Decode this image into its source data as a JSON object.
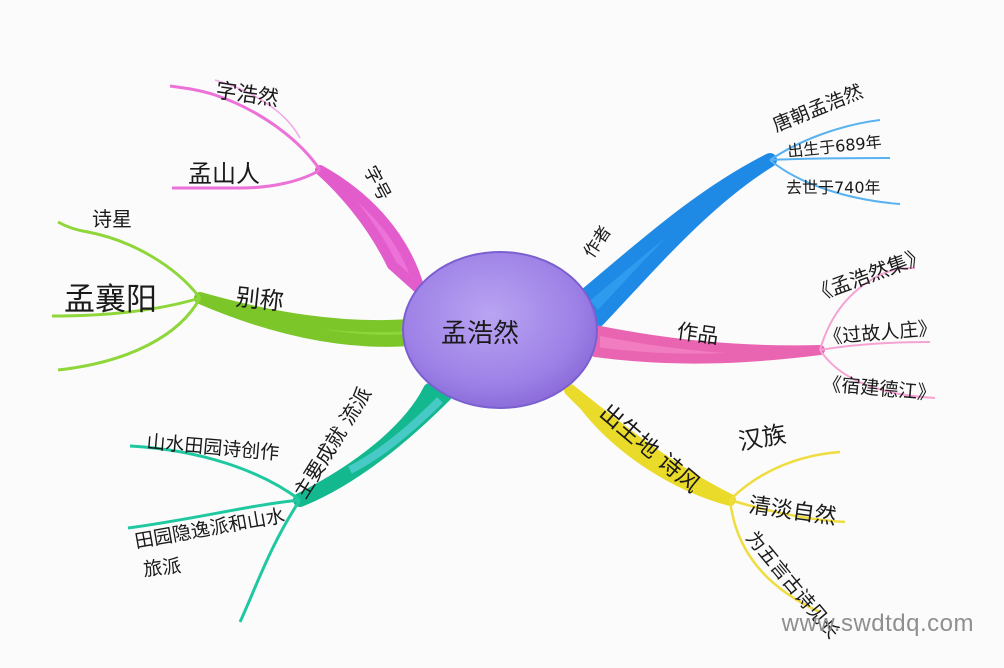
{
  "center": {
    "label": "孟浩然",
    "color": "#9a7ee0"
  },
  "branches": {
    "zi_hao": {
      "label": "字号",
      "color": "#ec72d8",
      "leaves": [
        "字浩然",
        "孟山人"
      ]
    },
    "bie_cheng": {
      "label": "别称",
      "color": "#8fd63a",
      "leaves": [
        "诗星",
        "孟襄阳"
      ]
    },
    "zuozhe": {
      "label": "作者",
      "color": "#2f9bef",
      "leaves": [
        "唐朝孟浩然",
        "出生于689年",
        "去世于740年"
      ]
    },
    "zuopin": {
      "label": "作品",
      "color": "#f17cbf",
      "leaves": [
        "《孟浩然集》",
        "《过故人庄》",
        "《宿建德江》"
      ]
    },
    "chusheng": {
      "label": "出生地 诗风",
      "color": "#f3e53a",
      "leaves": [
        "汉族",
        "清淡自然",
        "为五言古诗见长"
      ]
    },
    "chengjiu": {
      "label": "主要成就 流派",
      "color": "#1fc8a0",
      "leaves": [
        "山水田园诗创作",
        "田园隐逸派和山水",
        "旅派"
      ]
    }
  },
  "watermark": "www.swdtdq.com"
}
